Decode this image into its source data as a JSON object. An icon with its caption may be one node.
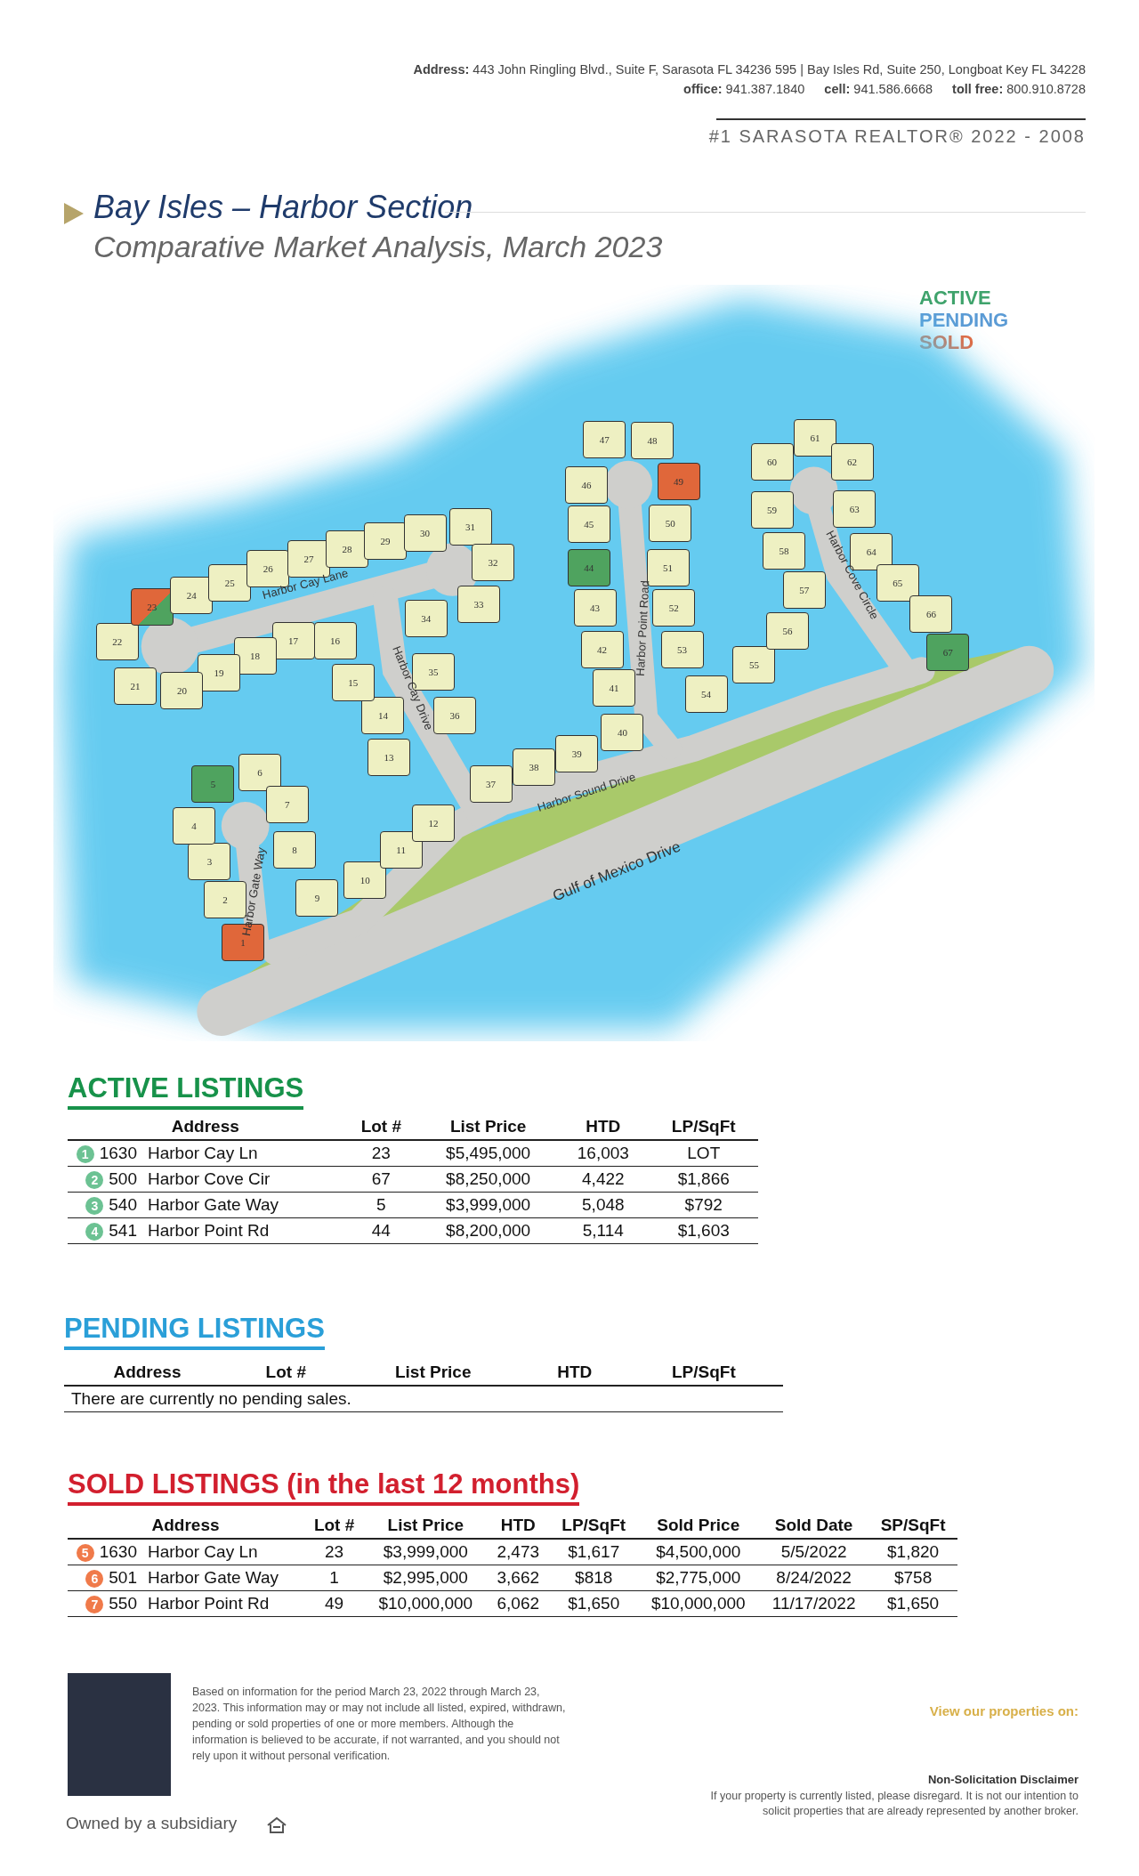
{
  "diagram": {
    "title": "Bay Isles – Harbor Section",
    "nodes": [
      {
        "text": [
          "1"
        ]
      },
      {
        "text": [
          "2"
        ]
      },
      {
        "text": [
          "3"
        ]
      },
      {
        "text": [
          "4"
        ]
      },
      {
        "text": [
          "5"
        ]
      },
      {
        "text": [
          "6"
        ]
      },
      {
        "text": [
          "7"
        ]
      },
      {
        "text": [
          "8"
        ]
      },
      {
        "text": [
          "9"
        ]
      },
      {
        "text": [
          "10"
        ]
      },
      {
        "text": [
          "11"
        ]
      },
      {
        "text": [
          "12"
        ]
      },
      {
        "text": [
          "13"
        ]
      },
      {
        "text": [
          "14"
        ]
      },
      {
        "text": [
          "15"
        ]
      },
      {
        "text": [
          "16"
        ]
      },
      {
        "text": [
          "17"
        ]
      },
      {
        "text": [
          "18"
        ]
      },
      {
        "text": [
          "19"
        ]
      },
      {
        "text": [
          "20"
        ]
      },
      {
        "text": [
          "21"
        ]
      },
      {
        "text": [
          "22"
        ]
      },
      {
        "text": [
          "23"
        ]
      },
      {
        "text": [
          "24"
        ]
      },
      {
        "text": [
          "25"
        ]
      },
      {
        "text": [
          "26"
        ]
      },
      {
        "text": [
          "27"
        ]
      },
      {
        "text": [
          "28"
        ]
      },
      {
        "text": [
          "29"
        ]
      },
      {
        "text": [
          "30"
        ]
      },
      {
        "text": [
          "31"
        ]
      },
      {
        "text": [
          "32"
        ]
      },
      {
        "text": [
          "33"
        ]
      },
      {
        "text": [
          "34"
        ]
      },
      {
        "text": [
          "35"
        ]
      },
      {
        "text": [
          "36"
        ]
      },
      {
        "text": [
          "37"
        ]
      },
      {
        "text": [
          "38"
        ]
      },
      {
        "text": [
          "39"
        ]
      },
      {
        "text": [
          "40"
        ]
      },
      {
        "text": [
          "41"
        ]
      },
      {
        "text": [
          "42"
        ]
      },
      {
        "text": [
          "43"
        ]
      },
      {
        "text": [
          "44"
        ]
      },
      {
        "text": [
          "45"
        ]
      },
      {
        "text": [
          "46"
        ]
      },
      {
        "text": [
          "47"
        ]
      },
      {
        "text": [
          "48"
        ]
      },
      {
        "text": [
          "49"
        ]
      },
      {
        "text": [
          "50"
        ]
      },
      {
        "text": [
          "51"
        ]
      },
      {
        "text": [
          "52"
        ]
      },
      {
        "text": [
          "53"
        ]
      },
      {
        "text": [
          "54"
        ]
      },
      {
        "text": [
          "55"
        ]
      },
      {
        "text": [
          "56"
        ]
      },
      {
        "text": [
          "57"
        ]
      },
      {
        "text": [
          "58"
        ]
      },
      {
        "text": [
          "59"
        ]
      },
      {
        "text": [
          "60"
        ]
      },
      {
        "text": [
          "61"
        ]
      },
      {
        "text": [
          "62"
        ]
      },
      {
        "text": [
          "63"
        ]
      },
      {
        "text": [
          "64"
        ]
      },
      {
        "text": [
          "65"
        ]
      },
      {
        "text": [
          "66"
        ]
      },
      {
        "text": [
          "67"
        ]
      }
    ],
    "labels": [
      "**Address:** 443 John Ringling Blvd., Suite F,  Sarasota FL 34236 595 | Bay Isles Rd, Suite 250, Longboat Key FL 34228",
      "**office:** 941.387.1840",
      "**cell:** 941.586.6668",
      "**toll free:** 800.910.8728",
      "#1 SARASOTA REALTOR® 2022 - 2008",
      "Comparative Market Analysis, March 2023",
      "Harbor Cay Lane",
      "Harbor Cay Drive",
      "Harbor Point Road",
      "Harbor Cove Circle",
      "Harbor Sound Drive",
      "Harbor Gate Way",
      "Gulf of Mexico Drive",
      "ACTIVE LISTINGS",
      "Address",
      "Lot #",
      "List Price",
      "HTD",
      "LP/SqFt",
      "1",
      "1630",
      "Harbor Cay Ln",
      "23",
      "$5,495,000",
      "16,003",
      "LOT",
      "2",
      "500",
      "Harbor Cove Cir",
      "67",
      "$8,250,000",
      "4,422",
      "$1,866",
      "3",
      "540",
      "Harbor Gate Way",
      "5",
      "$3,999,000",
      "5,048",
      "$792",
      "4",
      "541",
      "Harbor Point Rd",
      "44",
      "$8,200,000",
      "5,114",
      "$1,603",
      "PENDING LISTINGS",
      "Address",
      "Lot #",
      "List Price",
      "HTD",
      "LP/SqFt",
      "There are currently no pending sales.",
      "SOLD LISTINGS (in the last 12 months)",
      "Address",
      "Lot #",
      "List Price",
      "HTD",
      "LP/SqFt",
      "Sold Price",
      "Sold Date",
      "SP/SqFt",
      "5",
      "1630",
      "Harbor Cay Ln",
      "23",
      "$3,999,000",
      "2,473",
      "$1,617",
      "$4,500,000",
      "5/5/2022",
      "$1,820",
      "6",
      "501",
      "Harbor Gate Way",
      "1",
      "$2,995,000",
      "3,662",
      "$818",
      "$2,775,000",
      "8/24/2022",
      "$758",
      "7",
      "550",
      "Harbor Point Rd",
      "49",
      "$10,000,000",
      "6,062",
      "$1,650",
      "$10,000,000",
      "11/17/2022",
      "$1,650",
      "Based on information for the period March 23, 2022 through March 23, 2023. This information may or may not include all listed, expired, withdrawn, pending or sold properties of one or more members. Although the information is believed to be accurate, if not warranted, and you should not rely upon it without personal verification.",
      "View our properties on:",
      "Non-Solicitation Disclaimer",
      "If your property is currently listed, please disregard. It is not our intention to solicit properties that are already represented by another broker.",
      "Owned by a subsidiary"
    ],
    "legend": [
      {
        "text": "ACTIVE",
        "color": "#3fa36c"
      },
      {
        "text": "PENDING",
        "color": "#5b9bd5"
      },
      {
        "text": "SOLD",
        "color": "#e8663a"
      }
    ]
  }
}
